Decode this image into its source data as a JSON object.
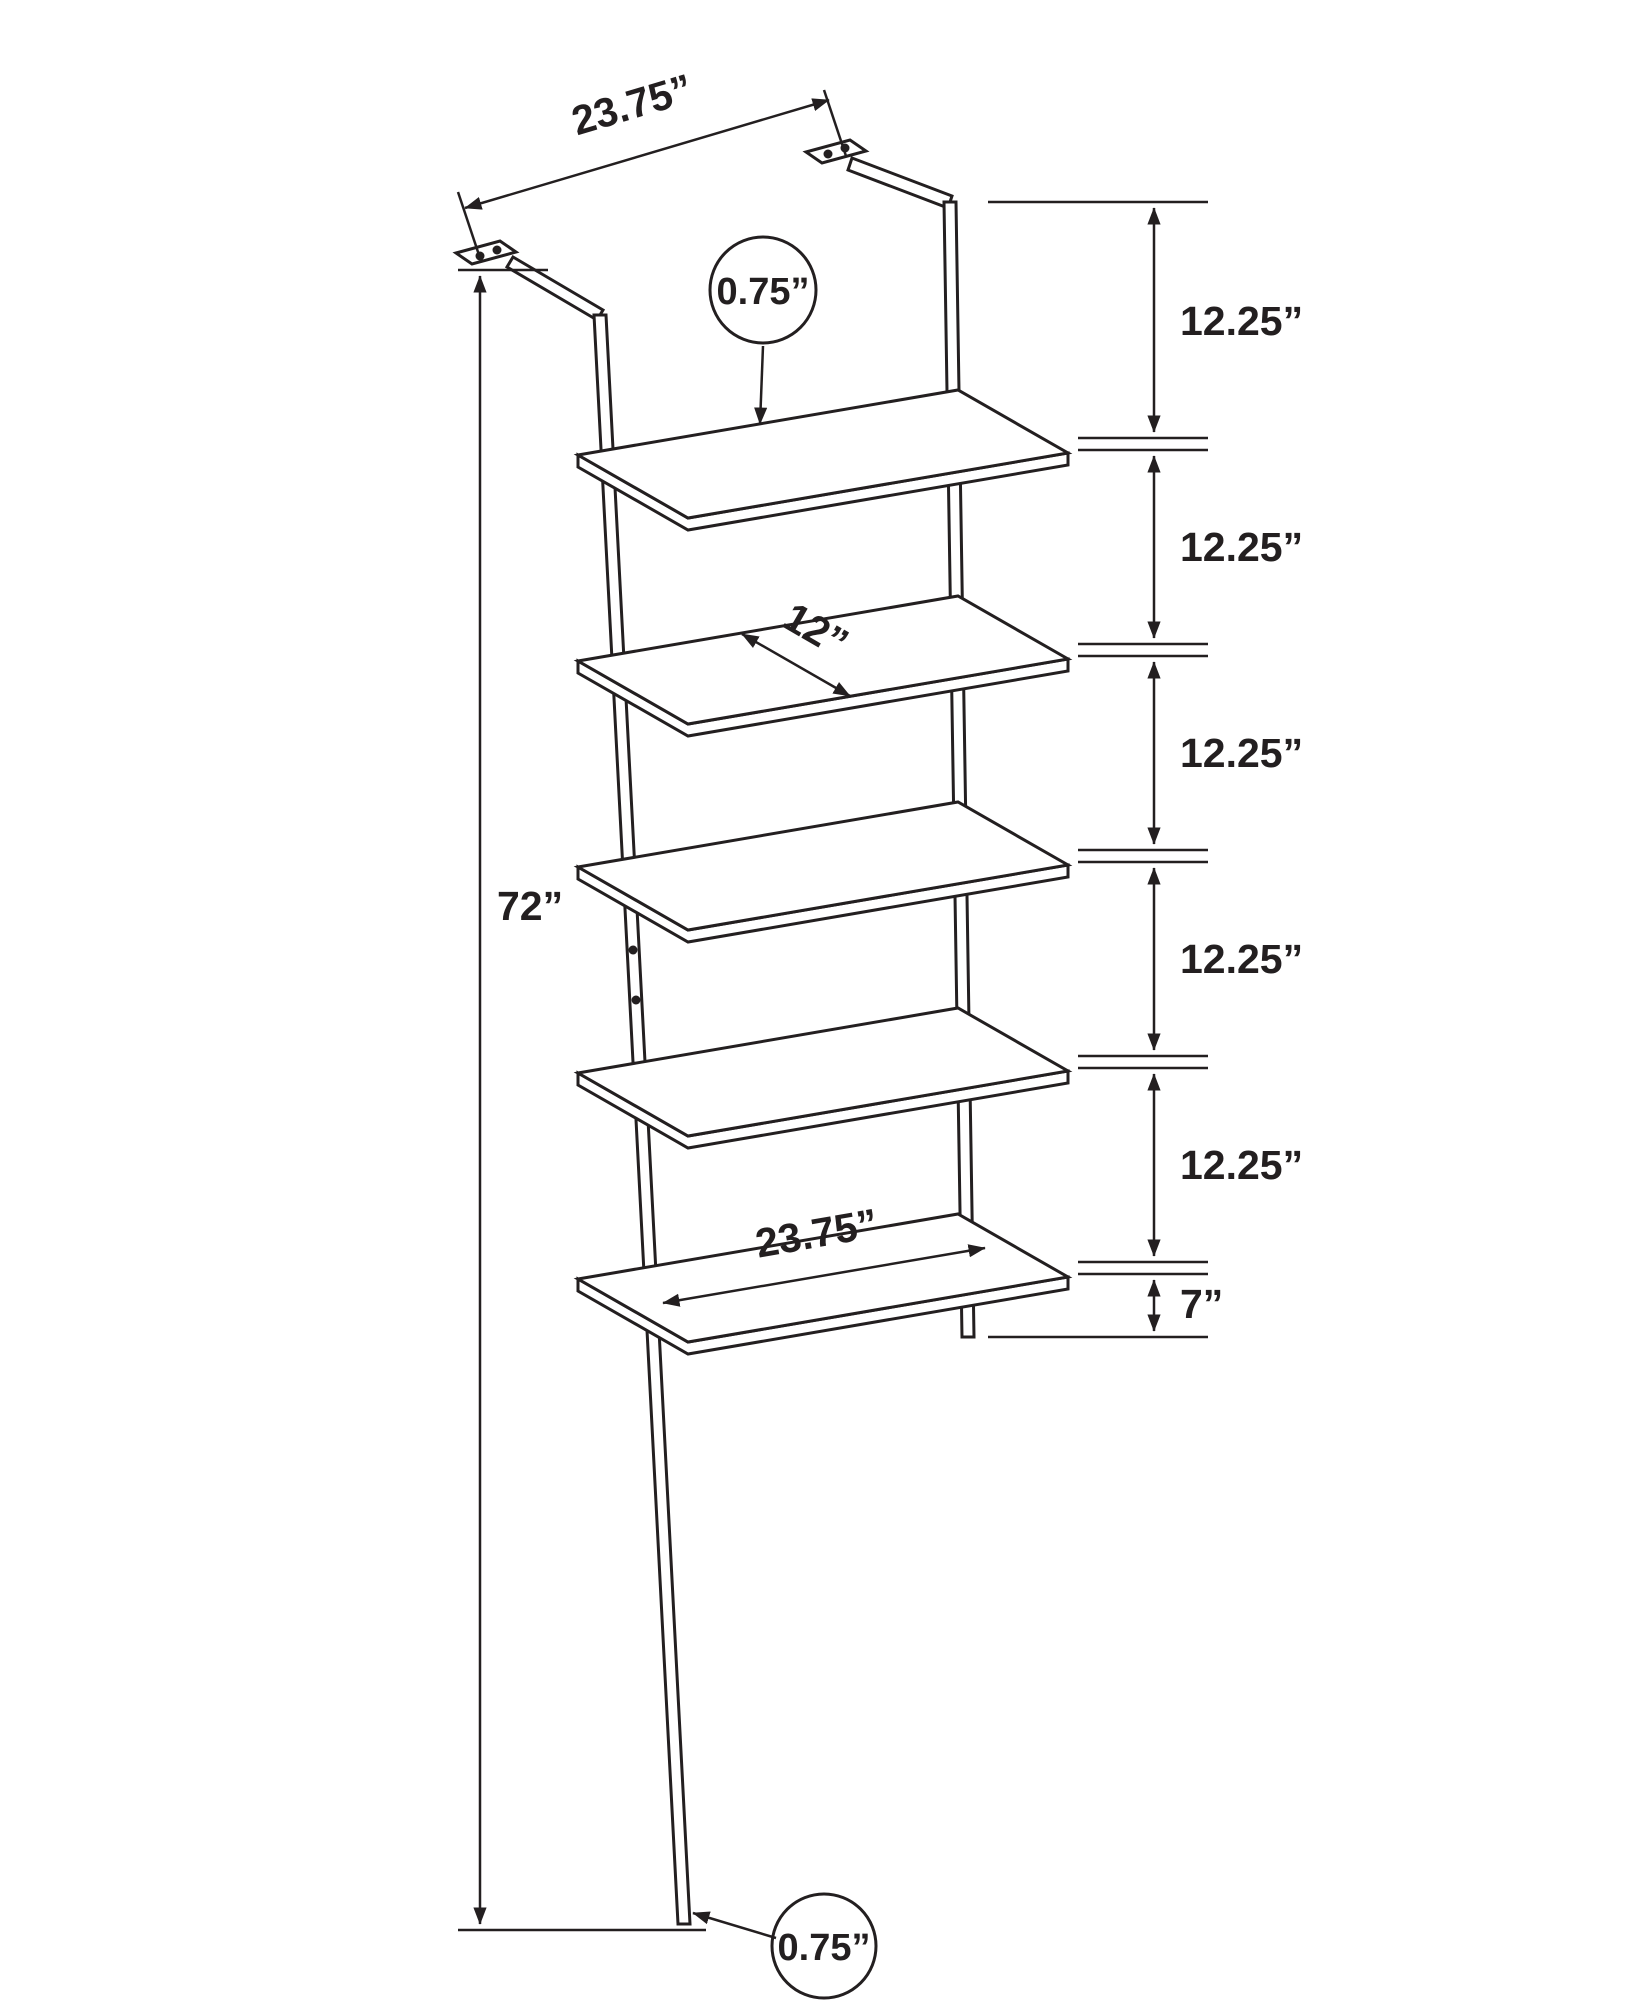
{
  "diagram": {
    "subject": "ladder-shelf-bookcase-dimension-drawing",
    "style": {
      "ink_color": "#231f20",
      "background": "#ffffff"
    },
    "dimensions": {
      "overall_height": "72”",
      "top_width": "23.75”",
      "bottom_width": "23.75”",
      "shelf_depth": "12”",
      "shelf_thickness": "0.75”",
      "frame_thickness": "0.75”",
      "shelf_spacing": [
        "12.25”",
        "12.25”",
        "12.25”",
        "12.25”",
        "12.25”"
      ],
      "bottom_clearance": "7”"
    }
  }
}
